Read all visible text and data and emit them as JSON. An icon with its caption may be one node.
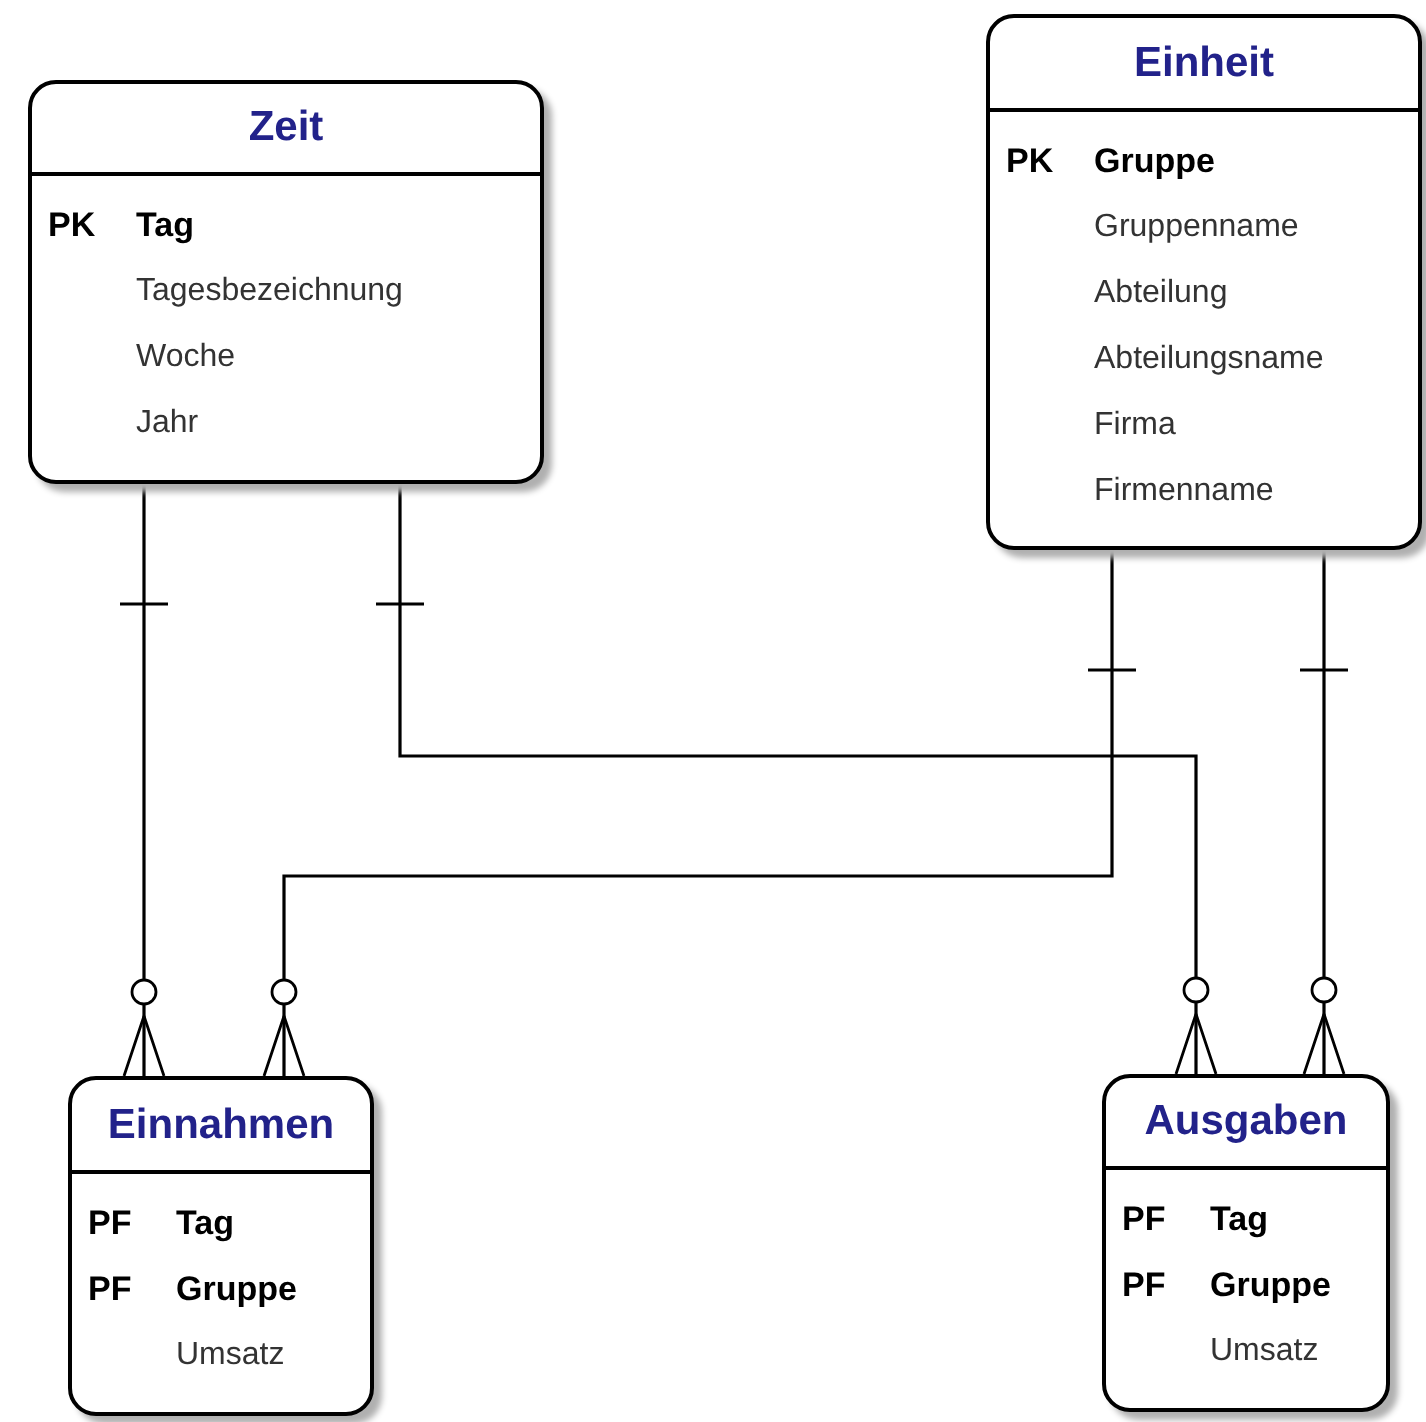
{
  "diagram": {
    "nodes": [
      {
        "text": [
          "Zeit",
          "PK",
          "Tag",
          "Tagesbezeichnung",
          "Woche",
          "Jahr"
        ]
      },
      {
        "text": [
          "Einheit",
          "PK",
          "Gruppe",
          "Gruppenname",
          "Abteilung",
          "Abteilungsname",
          "Firma",
          "Firmenname"
        ]
      },
      {
        "text": [
          "Einnahmen",
          "PF",
          "Tag",
          "PF",
          "Gruppe",
          "Umsatz"
        ]
      },
      {
        "text": [
          "Ausgaben",
          "PF",
          "Tag",
          "PF",
          "Gruppe",
          "Umsatz"
        ]
      }
    ],
    "edges": [
      {
        "from": 0,
        "to": 2,
        "arrow": "other"
      },
      {
        "from": 0,
        "to": 3,
        "arrow": "other"
      },
      {
        "from": 1,
        "to": 2,
        "arrow": "other"
      },
      {
        "from": 1,
        "to": 3,
        "arrow": "other"
      }
    ]
  }
}
